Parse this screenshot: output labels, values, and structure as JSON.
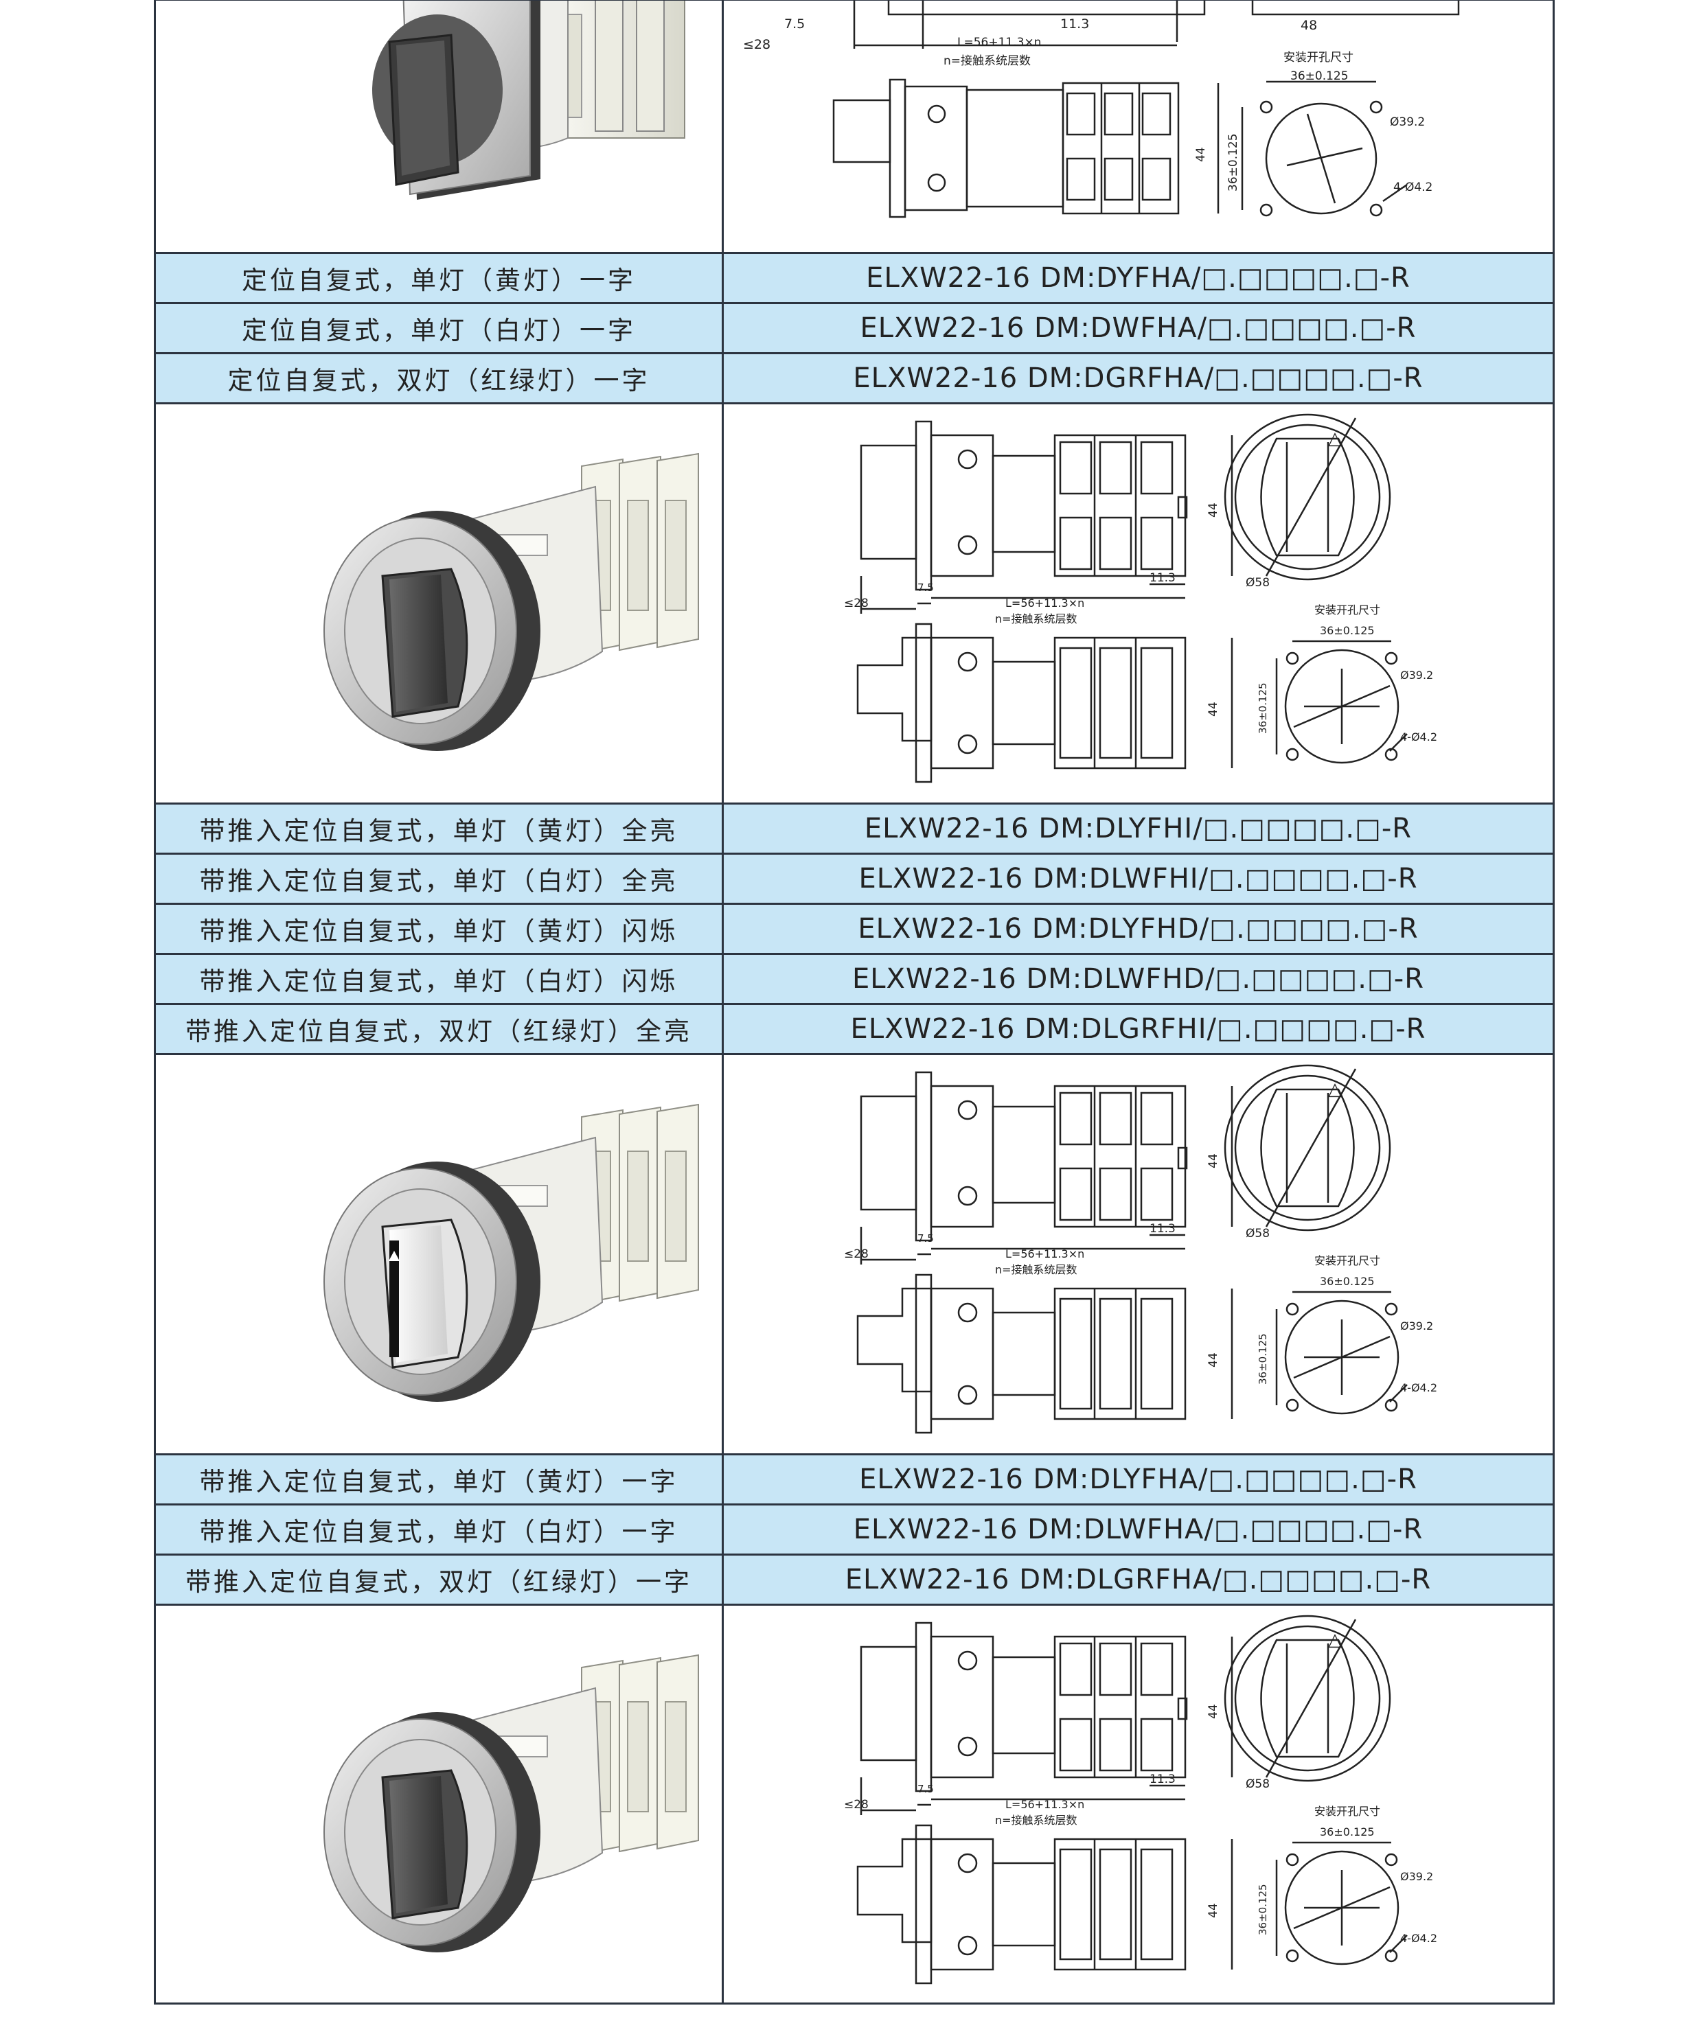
{
  "drawing_labels": {
    "length_formula": "L=56+11.3×n",
    "n_note": "n=接触系统层数",
    "mount_hole_title": "安装开孔尺寸",
    "spacing_h": "36±0.125",
    "spacing_v": "36±0.125",
    "hole_dia": "Ø39.2",
    "bolt_holes": "4-Ø4.2",
    "bezel_dia": "Ø58",
    "depth": "≤28",
    "flange": "7.5",
    "unit": "11.3",
    "height": "44",
    "width_48": "48",
    "arrow_glyph": "△"
  },
  "groups": [
    {
      "rows": [
        {
          "desc": "定位自复式，单灯（黄灯）一字",
          "model": "ELXW22-16 DM:DYFHA/□.□□□□.□-R"
        },
        {
          "desc": "定位自复式，单灯（白灯）一字",
          "model": "ELXW22-16 DM:DWFHA/□.□□□□.□-R"
        },
        {
          "desc": "定位自复式，双灯（红绿灯）一字",
          "model": "ELXW22-16 DM:DGRFHA/□.□□□□.□-R"
        }
      ]
    },
    {
      "rows": [
        {
          "desc": "带推入定位自复式，单灯（黄灯）全亮",
          "model": "ELXW22-16 DM:DLYFHI/□.□□□□.□-R"
        },
        {
          "desc": "带推入定位自复式，单灯（白灯）全亮",
          "model": "ELXW22-16 DM:DLWFHI/□.□□□□.□-R"
        },
        {
          "desc": "带推入定位自复式，单灯（黄灯）闪烁",
          "model": "ELXW22-16 DM:DLYFHD/□.□□□□.□-R"
        },
        {
          "desc": "带推入定位自复式，单灯（白灯）闪烁",
          "model": "ELXW22-16 DM:DLWFHD/□.□□□□.□-R"
        },
        {
          "desc": "带推入定位自复式，双灯（红绿灯）全亮",
          "model": "ELXW22-16 DM:DLGRFHI/□.□□□□.□-R"
        }
      ]
    },
    {
      "rows": [
        {
          "desc": "带推入定位自复式，单灯（黄灯）一字",
          "model": "ELXW22-16 DM:DLYFHA/□.□□□□.□-R"
        },
        {
          "desc": "带推入定位自复式，单灯（白灯）一字",
          "model": "ELXW22-16 DM:DLWFHA/□.□□□□.□-R"
        },
        {
          "desc": "带推入定位自复式，双灯（红绿灯）一字",
          "model": "ELXW22-16 DM:DLGRFHA/□.□□□□.□-R"
        }
      ]
    }
  ],
  "colors": {
    "row_bg": "#c8e6f6",
    "border": "#2c3440"
  }
}
